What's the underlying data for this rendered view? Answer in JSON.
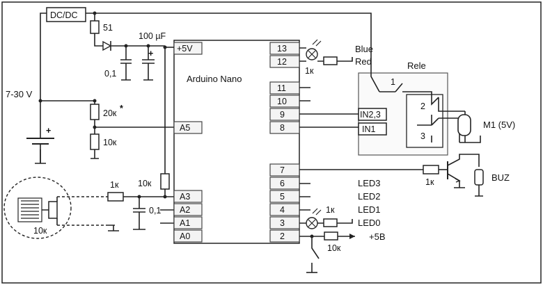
{
  "converter": {
    "label": "DC/DC"
  },
  "supply": {
    "voltage": "7-30 V",
    "polarity": "+"
  },
  "resistors": {
    "r51": "51",
    "r20k": "20к",
    "r20k_mark": "*",
    "r10k_div": "10к",
    "r10k_pullup": "10к",
    "r1k_sensor": "1к",
    "r10k_sensor": "10к",
    "r1k_led_top": "1к",
    "r1k_led_bottom": "1к",
    "r1k_buz": "1к",
    "r10k_pin2": "10к"
  },
  "capacitors": {
    "c100": "100 µF",
    "c01_top": "0,1",
    "c01_bottom": "0,1",
    "polar": "+"
  },
  "arduino": {
    "title": "Arduino Nano",
    "left_pins": [
      "+5V",
      "A5",
      "A3",
      "A2",
      "A1",
      "A0"
    ],
    "right_pins": [
      "13",
      "12",
      "11",
      "10",
      "9",
      "8",
      "7",
      "6",
      "5",
      "4",
      "3",
      "2"
    ]
  },
  "rgb_led": {
    "blue": "Blue",
    "red": "Red"
  },
  "relay": {
    "title": "Rele",
    "in_labels": [
      "IN2,3",
      "IN1"
    ],
    "contacts": [
      "1",
      "2",
      "3"
    ],
    "motor": "M1 (5V)"
  },
  "outputs": {
    "buzzer": "BUZ",
    "leds": [
      "LED3",
      "LED2",
      "LED1",
      "LED0"
    ],
    "supply_pin2": "+5B"
  }
}
